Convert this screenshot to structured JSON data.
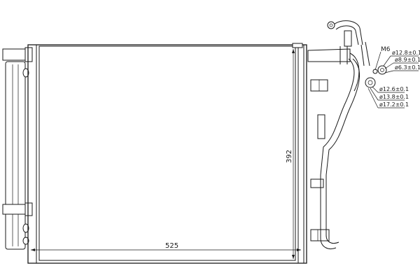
{
  "dimensions": {
    "width_label": "525",
    "height_label": "392"
  },
  "callouts": {
    "thread": "M6",
    "dia_1": "ø12.8±0.1",
    "dia_2": "ø8.9±0.1",
    "dia_3": "ø6.3±0.1",
    "dia_4": "ø12.6±0.1",
    "dia_5": "ø13.8±0.1",
    "dia_6": "ø17.2±0.1"
  }
}
